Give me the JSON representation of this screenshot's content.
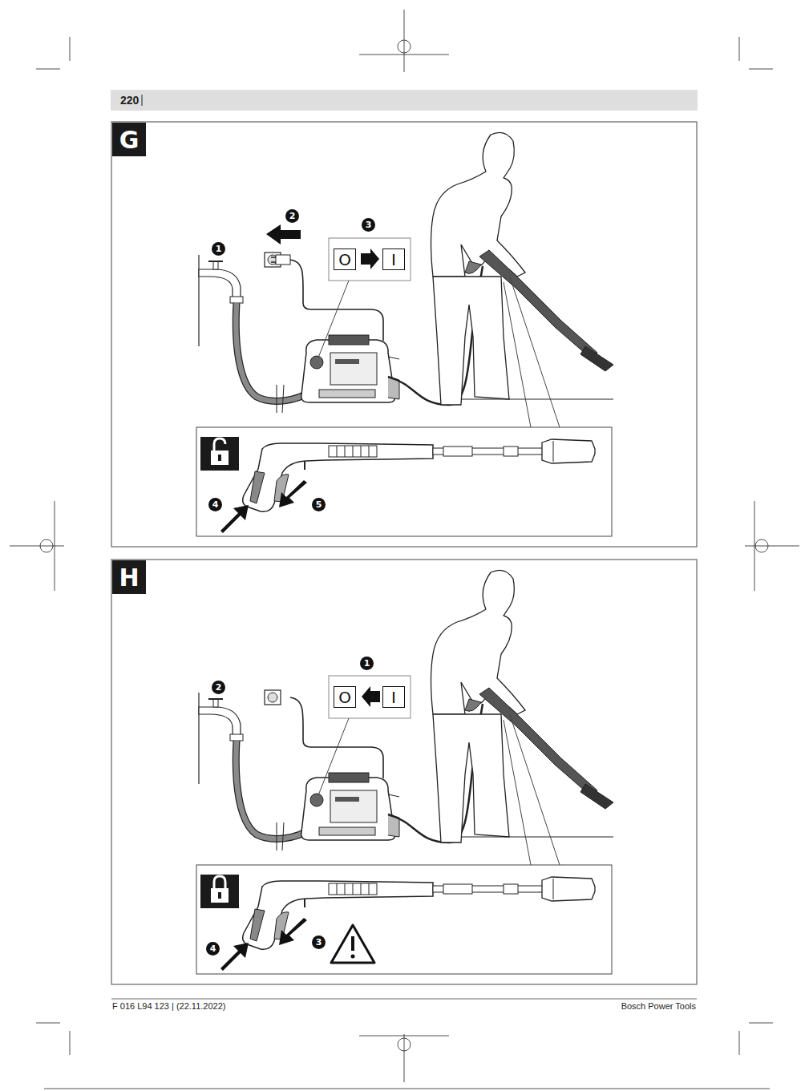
{
  "diagram": {
    "nodes": [
      {
        "text": [
          "G"
        ]
      },
      {
        "text": [
          "2"
        ]
      },
      {
        "text": [
          "1"
        ]
      },
      {
        "text": [
          "3"
        ]
      },
      {
        "text": [
          "O"
        ]
      },
      {
        "text": [
          "I"
        ]
      },
      {
        "text": [
          "4"
        ]
      },
      {
        "text": [
          "5"
        ]
      },
      {
        "text": [
          "H"
        ]
      },
      {
        "text": [
          "1"
        ]
      },
      {
        "text": [
          "2"
        ]
      },
      {
        "text": [
          "O"
        ]
      },
      {
        "text": [
          "I"
        ]
      },
      {
        "text": [
          "4"
        ]
      },
      {
        "text": [
          "3"
        ]
      }
    ],
    "labels": [
      "220",
      "F 016 L94 123 | (22.11.2022)",
      "Bosch Power Tools"
    ]
  }
}
